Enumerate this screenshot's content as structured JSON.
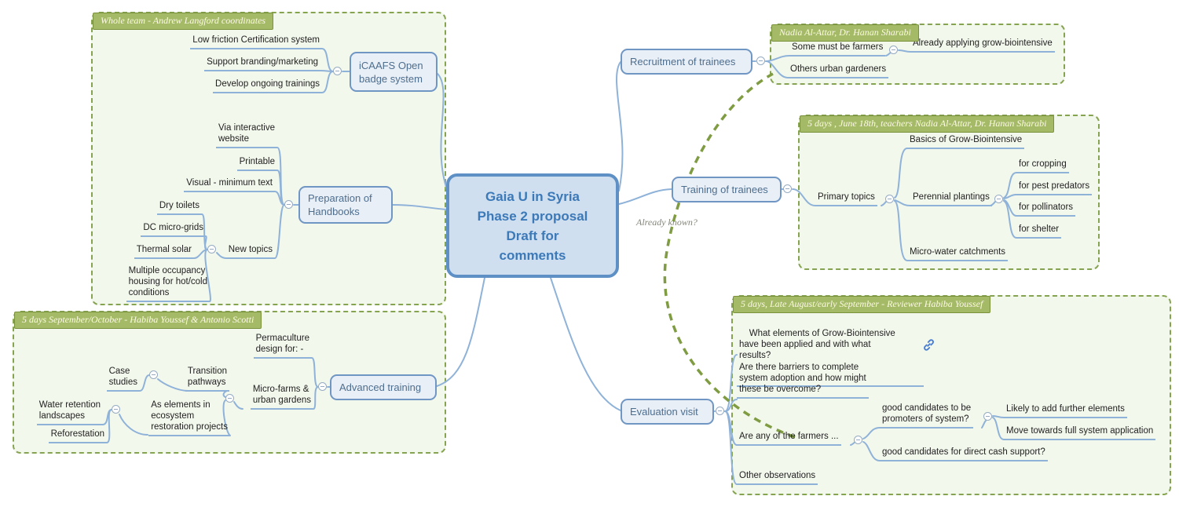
{
  "root": {
    "label": "Gaia U in Syria\nPhase 2 proposal\nDraft for\ncomments"
  },
  "connector": {
    "label": "Already known?"
  },
  "icons": {
    "link": "chain-link",
    "collapse": "minus-circle"
  },
  "colors": {
    "node_fill": "#e9eff7",
    "node_border": "#7096c4",
    "edge": "#8fb2d9",
    "group_fill": "#f3f8ed",
    "group_border": "#86a351",
    "label_fill": "#a5ba67",
    "arrow": "#7f9c42",
    "central_fill": "#cfdfef",
    "central_border": "#5e90c6"
  },
  "branches": {
    "badge": {
      "group_label": "Whole team - Andrew Langford coordinates",
      "topic": "iCAAFS Open\nbadge system",
      "children": {
        "certification": "Low friction Certification system",
        "branding": "Support branding/marketing",
        "trainings": "Develop ongoing trainings"
      }
    },
    "handbooks": {
      "topic": "Preparation of\nHandbooks",
      "children": {
        "website": "Via interactive\nwebsite",
        "printable": "Printable",
        "visual": "Visual - minimum text",
        "new_topics": "New topics",
        "dry_toilets": "Dry toilets",
        "dc_micro_grids": "DC micro-grids",
        "thermal_solar": "Thermal solar",
        "housing": "Multiple occupancy\nhousing for hot/cold\nconditions"
      }
    },
    "advanced": {
      "group_label": "5 days September/October - Habiba Youssef & Antonio Scotti",
      "topic": "Advanced training",
      "children": {
        "permaculture": "Permaculture\ndesign for: -",
        "micro_farms": "Micro-farms &\nurban gardens",
        "transition": "Transition\npathways",
        "case_studies": "Case\nstudies",
        "ecosystem": "As elements in\necosystem\nrestoration projects",
        "water_retention": "Water retention\nlandscapes",
        "reforestation": "Reforestation"
      }
    },
    "recruitment": {
      "group_label": "Nadia Al-Attar, Dr. Hanan Sharabi",
      "topic": "Recruitment of trainees",
      "children": {
        "farmers": "Some must be farmers",
        "already_applying": "Already applying grow-biointensive",
        "urban_gardeners": "Others urban gardeners"
      }
    },
    "training": {
      "group_label": "5 days , June 18th, teachers Nadia Al-Attar, Dr. Hanan Sharabi",
      "topic": "Training of trainees",
      "children": {
        "primary_topics": "Primary topics",
        "basics": "Basics of Grow-Biointensive",
        "perennial": "Perennial plantings",
        "cropping": "for cropping",
        "pest_predators": "for pest predators",
        "pollinators": "for pollinators",
        "shelter": "for shelter",
        "micro_water": "Micro-water catchments"
      }
    },
    "evaluation": {
      "group_label": "5 days, Late August/early September - Reviewer Habiba Youssef",
      "topic": "Evaluation visit",
      "children": {
        "what_elements": "What elements of Grow-Biointensive\nhave been applied and with what\nresults?",
        "barriers": "Are there barriers to complete\nsystem adoption and how might\nthese be overcome?",
        "farmers_q": "Are any of the farmers ...",
        "promoters": "good candidates to be\npromoters of system?",
        "add_elements": "Likely to add further elements",
        "full_system": "Move towards full system application",
        "cash_support": "good candidates for direct cash support?",
        "observations": "Other observations"
      }
    }
  }
}
